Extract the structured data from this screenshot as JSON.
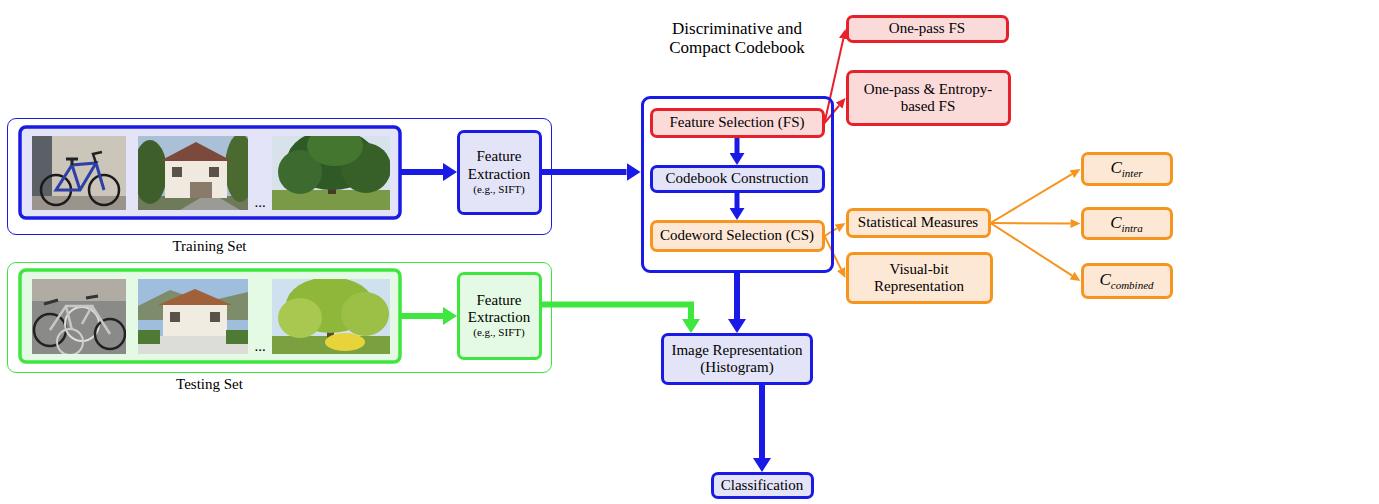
{
  "diagram": {
    "nodes": [
      {
        "text": [
          "Training Set"
        ]
      },
      {
        "text": [
          "Feature Extraction",
          "(e.g., SIFT)"
        ],
        "in": 0
      },
      {
        "text": [
          "Testing Set"
        ]
      },
      {
        "text": [
          "Feature Extraction",
          "(e.g., SIFT)"
        ],
        "in": 2
      },
      {
        "text": [
          "Discriminative and Compact Codebook"
        ]
      },
      {
        "text": [
          "Feature Selection (FS)"
        ],
        "in": 4
      },
      {
        "text": [
          "Codebook Construction"
        ],
        "in": 4
      },
      {
        "text": [
          "Codeword Selection (CS)"
        ],
        "in": 4
      },
      {
        "text": [
          "One-pass FS"
        ]
      },
      {
        "text": [
          "One-pass & Entropy-based FS"
        ]
      },
      {
        "text": [
          "Statistical Measures"
        ]
      },
      {
        "text": [
          "Visual-bit Representation"
        ]
      },
      {
        "text": [
          "C",
          "inter"
        ]
      },
      {
        "text": [
          "C",
          "intra"
        ]
      },
      {
        "text": [
          "C",
          "combined"
        ]
      },
      {
        "text": [
          "Image Representation (Histogram)"
        ]
      },
      {
        "text": [
          "Classification"
        ]
      }
    ],
    "edges": [
      {
        "from": 1,
        "to": 4,
        "arrow": "to"
      },
      {
        "from": 3,
        "to": 15,
        "arrow": "to"
      },
      {
        "from": 4,
        "to": 15,
        "arrow": "to"
      },
      {
        "from": 5,
        "to": 6,
        "arrow": "to"
      },
      {
        "from": 6,
        "to": 7,
        "arrow": "to"
      },
      {
        "from": 5,
        "to": 8,
        "arrow": "to"
      },
      {
        "from": 5,
        "to": 9,
        "arrow": "to"
      },
      {
        "from": 7,
        "to": 10,
        "arrow": "to"
      },
      {
        "from": 7,
        "to": 11,
        "arrow": "to"
      },
      {
        "from": 10,
        "to": 12,
        "arrow": "to"
      },
      {
        "from": 10,
        "to": 13,
        "arrow": "to"
      },
      {
        "from": 10,
        "to": 14,
        "arrow": "to"
      },
      {
        "from": 15,
        "to": 16,
        "arrow": "to"
      }
    ],
    "labels": [
      "...",
      "..."
    ]
  }
}
